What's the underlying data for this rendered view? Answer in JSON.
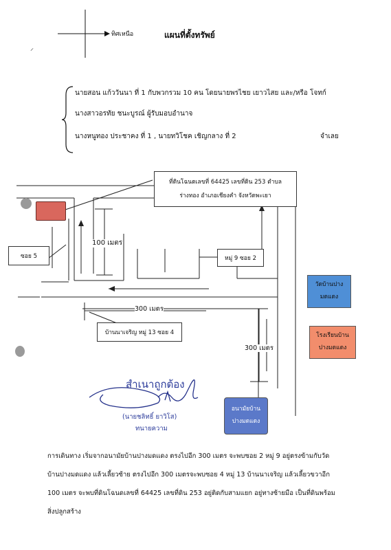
{
  "header": {
    "north_label": "ทิศเหนือ",
    "title": "แผนที่ตั้งทรัพย์"
  },
  "parties": {
    "line1": "นายสอน แก้ววันนา ที่ 1 กับพวกรวม 10 คน โดยนายพรไชย เยาวไสย และ/หรือ โจทก์",
    "line2": "นางสาวอรทัย ชนะบูรณ์ ผู้รับมอบอำนาจ",
    "line3": "นางหนูทอง ประชาคง ที่ 1 , นายทวิโชค เชิญกลาง ที่ 2",
    "defendant_label": "จำเลย"
  },
  "map": {
    "land_label_line1": "ที่ดินโฉนดเลขที่ 64425 เลขที่ดิน 253 ตำบล",
    "land_label_line2": "ร่างทอง อำเภอเชียงคำ จังหวัดพะเยา",
    "soi5": "ซอย 5",
    "dist_100": "100 เมตร",
    "moo9": "หมู่ 9 ซอย 2",
    "dist_300_h": "300 เมตร",
    "moo13": "บ้านนาเจริญ หมู่ 13 ซอย 4",
    "dist_300_v": "300 เมตร",
    "temple_line1": "วัดบ้านปาง",
    "temple_line2": "มดแดง",
    "school_line1": "โรงเรียนบ้าน",
    "school_line2": "ปางมดแดง",
    "health_line1": "อนามัยบ้าน",
    "health_line2": "ปางมดแดง",
    "colors": {
      "land": "#d9675d",
      "temple": "#4f8fd6",
      "school": "#f28d6c",
      "health": "#5b79c9"
    }
  },
  "certification": {
    "certified": "สำเนาถูกต้อง",
    "name": "(นายชลิทธิ์ ยาวิโส)",
    "role": "ทนายความ"
  },
  "directions": {
    "line1": "การเดินทาง เริ่มจากอนามัยบ้านปางมดแดง ตรงไปอีก 300 เมตร จะพบซอย 2 หมู่ 9 อยู่ตรงข้ามกับวัด",
    "line2": "บ้านปางมดแดง แล้วเลี้ยวซ้าย ตรงไปอีก 300 เมตรจะพบซอย 4 หมู่ 13 บ้านนาเจริญ แล้วเลี้ยวขวาอีก",
    "line3": "100 เมตร จะพบที่ดินโฉนดเลขที่ 64425 เลขที่ดิน 253 อยู่ติดกับสามแยก อยู่ทางซ้ายมือ เป็นที่ดินพร้อม",
    "line4": "สิ่งปลูกสร้าง"
  }
}
